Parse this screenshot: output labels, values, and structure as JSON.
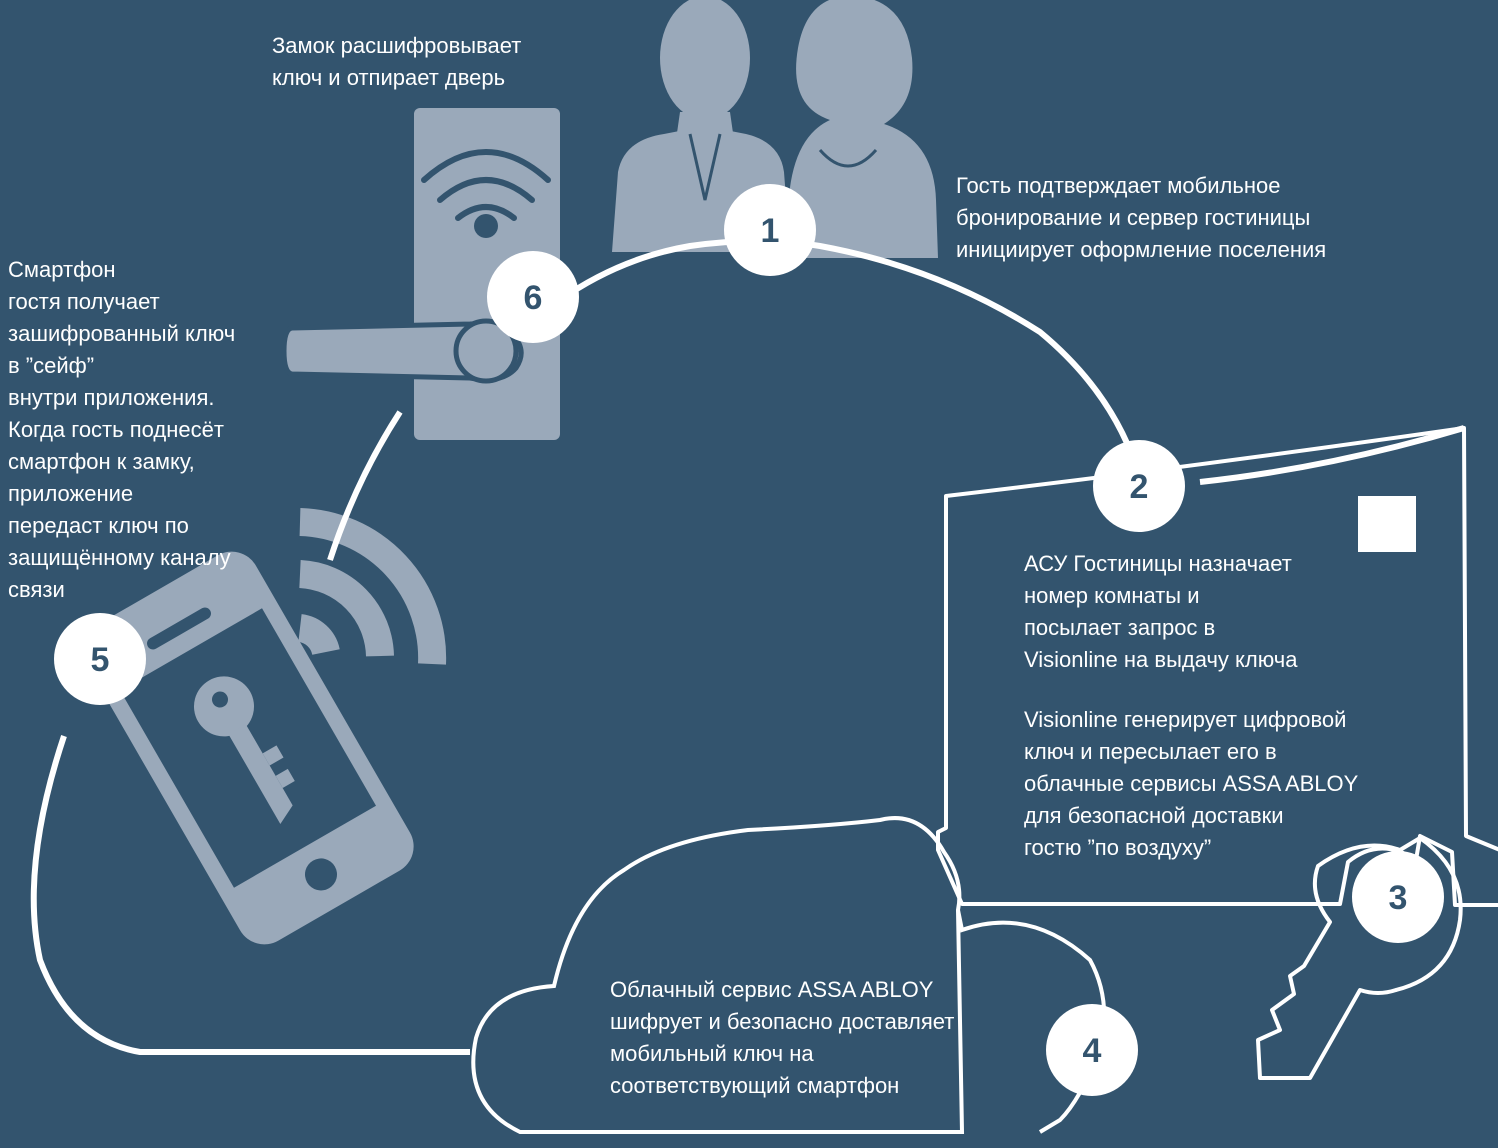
{
  "colors": {
    "background": "#33546e",
    "illustration": "#9aa9ba",
    "line_and_badge": "#ffffff",
    "badge_number": "#33546e",
    "text": "#ffffff"
  },
  "steps": [
    {
      "number": "1",
      "text_lines": [
        "Гость подтверждает мобильное",
        "бронирование и сервер гостиницы",
        "инициирует  оформление поселения"
      ]
    },
    {
      "number": "2",
      "text_lines": [
        "АСУ Гостиницы назначает",
        "номер комнаты и",
        "посылает запрос в",
        "Visionline на выдачу ключа"
      ],
      "text_lines_2": [
        "Visionline генерирует цифровой",
        "ключ и пересылает его в",
        "облачные сервисы ASSA ABLOY",
        "для безопасной доставки",
        "гостю ”по воздуху”"
      ]
    },
    {
      "number": "3"
    },
    {
      "number": "4",
      "text_lines": [
        "Облачный сервис ASSA ABLOY",
        "шифрует и безопасно доставляет",
        "мобильный ключ на",
        "соответствующий смартфон"
      ]
    },
    {
      "number": "5",
      "text_lines": [
        "Смартфон",
        "гостя получает",
        "зашифрованный ключ",
        "в ”сейф”",
        "внутри приложения.",
        "Когда гость поднесёт",
        "смартфон к замку,",
        "приложение",
        "передаст ключ по",
        "защищённому каналу",
        "связи"
      ]
    },
    {
      "number": "6",
      "text_lines": [
        "Замок расшифровывает",
        "ключ и отпирает дверь"
      ]
    }
  ],
  "icons": {
    "guests": "guests-icon",
    "door_lock": "door-lock-icon",
    "smartphone": "smartphone-key-icon",
    "wireless": "wireless-signal-icon",
    "server": "server-icon",
    "cloud": "cloud-icon",
    "key": "key-icon"
  }
}
